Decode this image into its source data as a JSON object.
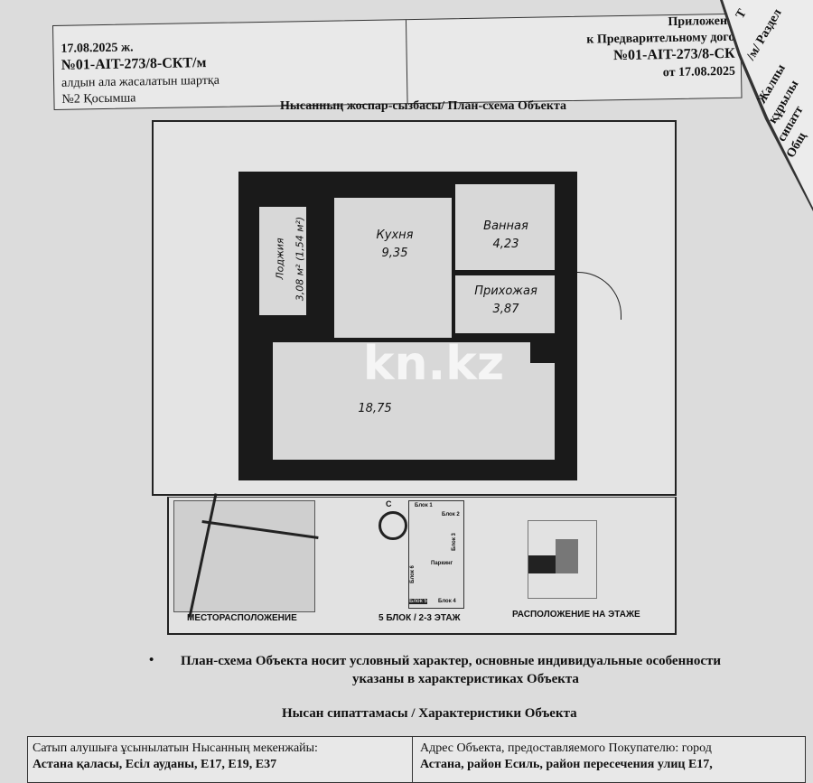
{
  "header": {
    "left": [
      "17.08.2025 ж.",
      "№01-AIT-273/8-СКТ/м",
      "алдын ала жасалатын шартқа",
      "№2 Қосымша"
    ],
    "right": [
      "Приложени",
      "к Предварительному дого",
      "№01-AIT-273/8-СК",
      "от 17.08.2025"
    ]
  },
  "side_page": [
    "Т",
    "/м/ Раздел",
    "Жалпы",
    "құрылы",
    "сипатт",
    "Общ"
  ],
  "plan_title": "Нысанның жоспар-сызбасы/ План-схема Объекта",
  "rooms": {
    "kitchen": "Кухня",
    "kitchen_area": "9,35",
    "bath": "Ванная",
    "bath_area": "4,23",
    "hall": "Прихожая",
    "hall_area": "3,87",
    "loggia": "Лоджия",
    "loggia_area": "3,08 м² (1,54 м²)",
    "living_area": "18,75"
  },
  "watermark": "kn.kz",
  "map_captions": {
    "location": "МЕСТОРАСПОЛОЖЕНИЕ",
    "block": "5 БЛОК / 2-3 ЭТАЖ",
    "floor": "РАСПОЛОЖЕНИЕ НА ЭТАЖЕ"
  },
  "site_plan": {
    "blocks": [
      "Блок 1",
      "Блок 2",
      "Блок 3",
      "Блок 4",
      "Блок 5",
      "Блок 6"
    ],
    "parking": "Паркинг",
    "north": "С"
  },
  "note": [
    "План-схема Объекта носит условный характер, основные индивидуальные особенности",
    "указаны в характеристиках Объекта"
  ],
  "characteristics_title": "Нысан сипаттамасы / Характеристики Объекта",
  "table": {
    "left": [
      "Сатып алушыға ұсынылатын Нысанның мекенжайы:",
      "Астана қаласы, Есіл ауданы, Е17, Е19, Е37"
    ],
    "right": [
      "Адрес Объекта, предоставляемого Покупателю: город",
      "Астана, район Есиль, район пересечения улиц Е17,"
    ]
  }
}
